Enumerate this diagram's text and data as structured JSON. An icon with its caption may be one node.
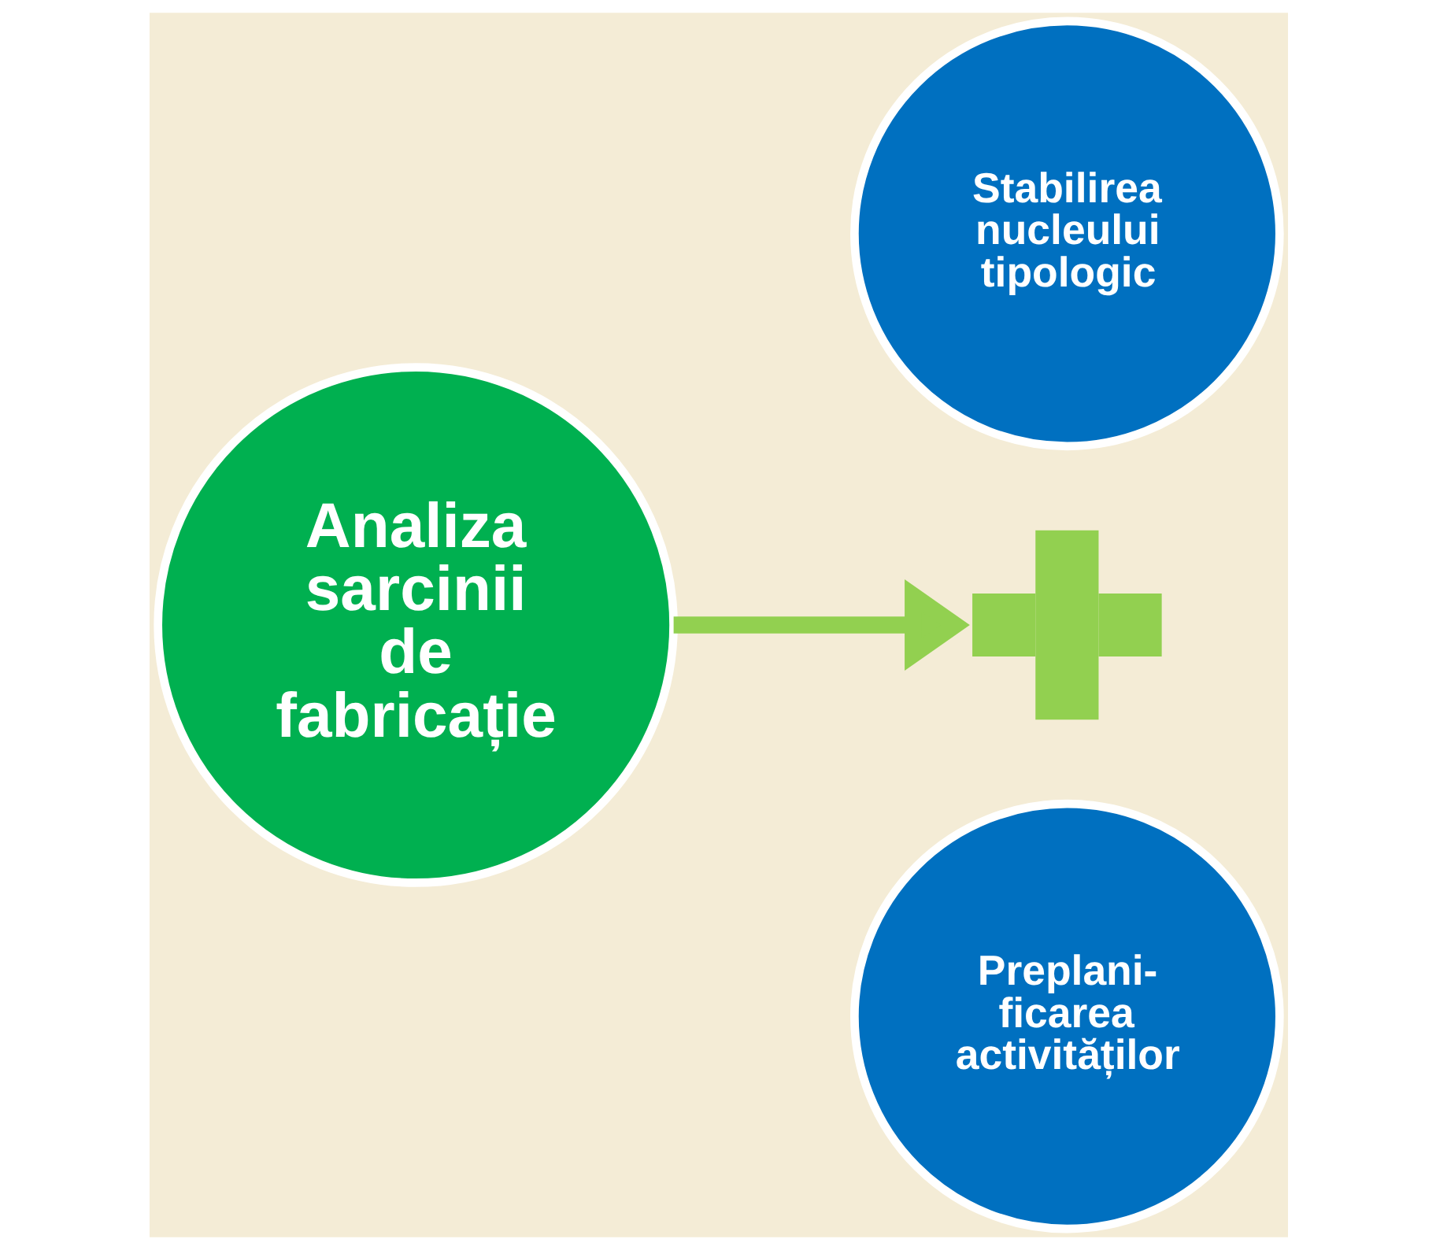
{
  "diagram": {
    "nodes": [
      {
        "text": [
          "Analiza sarcinii de fabricație"
        ]
      },
      {
        "text": [
          "Stabilirea nucleului tipologic"
        ]
      },
      {
        "text": [],
        "shape": "cross"
      },
      {
        "text": [
          "Preplani- ficarea activităților"
        ]
      }
    ],
    "edges": [
      {
        "from": 0,
        "to": 2,
        "arrow": "to",
        "color": "#92d050"
      }
    ]
  }
}
